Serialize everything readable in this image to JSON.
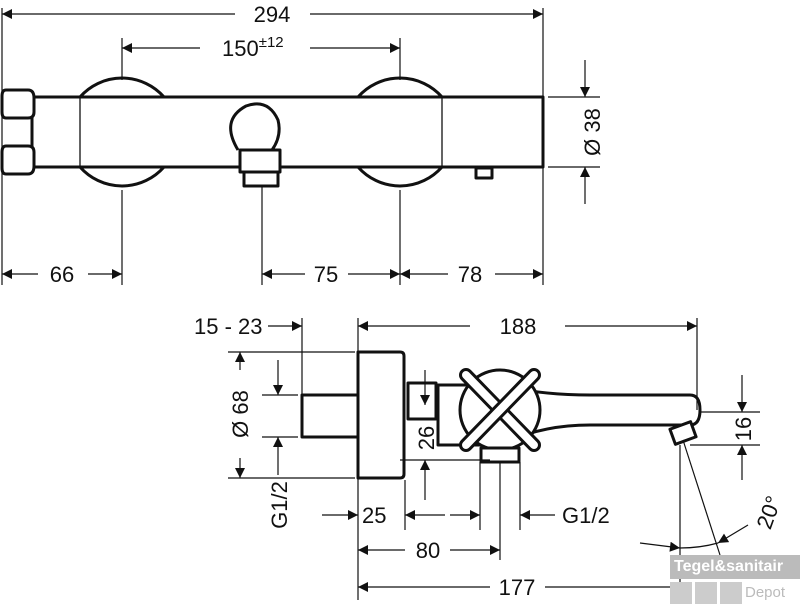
{
  "top_view": {
    "overall_width": "294",
    "handle_spacing": "150",
    "handle_spacing_tolerance": "±12",
    "diameter": "Ø 38",
    "left_offset": "66",
    "outlet_to_handle": "75",
    "handle_to_end": "78"
  },
  "side_view": {
    "wall_depth": "15 - 23",
    "projection": "188",
    "rosette_diameter": "Ø 68",
    "inlet_thread_left": "G1/2",
    "outlet_height": "26",
    "spout_height": "16",
    "rosette_depth": "25",
    "outlet_thread": "G1/2",
    "outlet_distance": "80",
    "spout_distance": "177",
    "spout_angle": "20°"
  },
  "watermark": {
    "brand": "Tegel&sanitair",
    "sub": "Depot"
  }
}
